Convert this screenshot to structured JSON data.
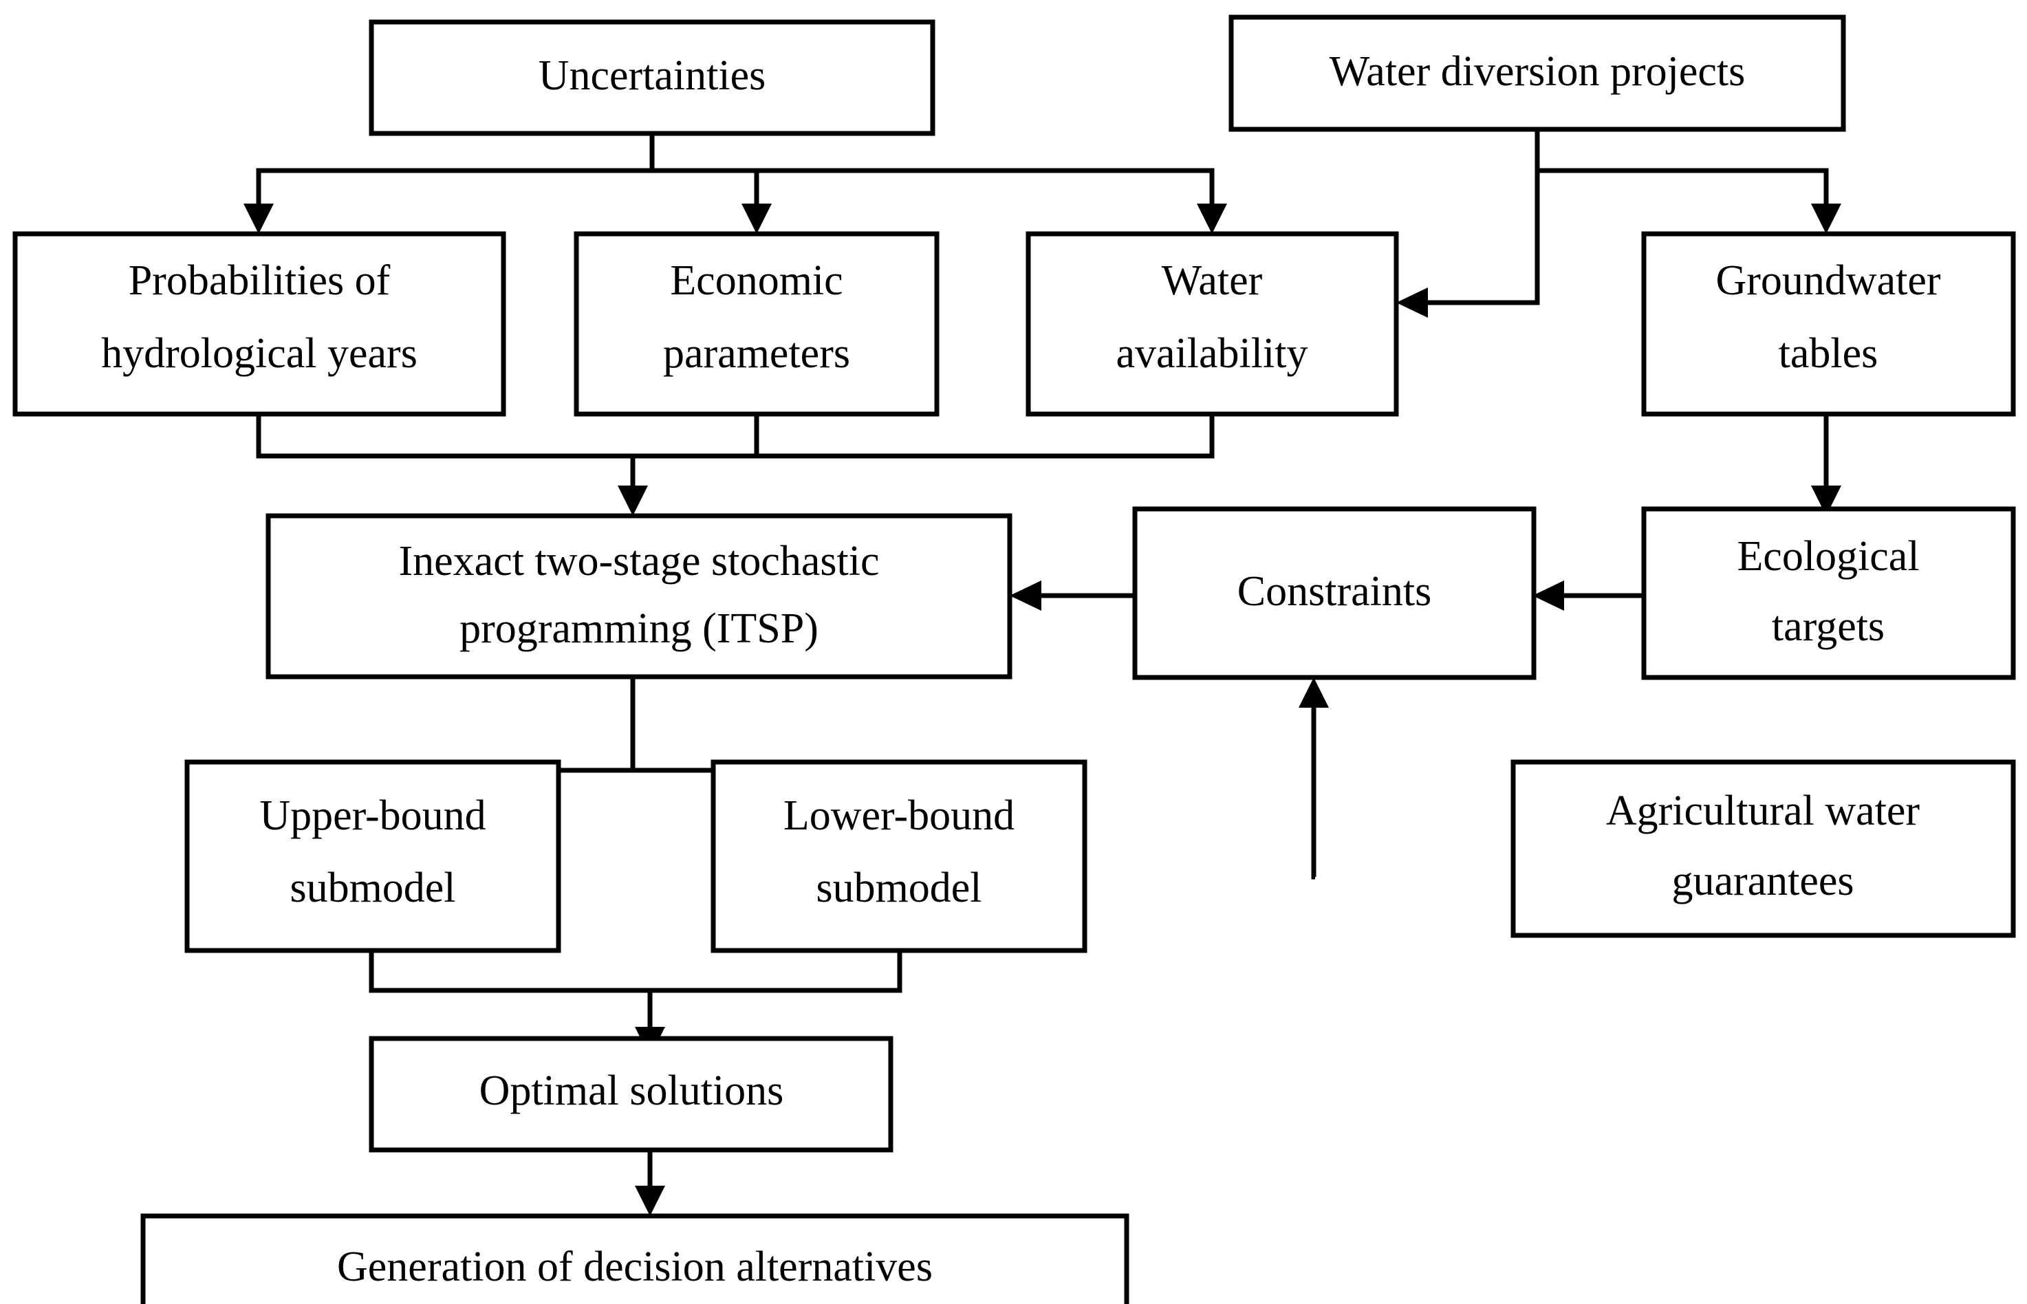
{
  "diagram": {
    "type": "flowchart",
    "title": "Inexact two-stage stochastic programming framework",
    "background_color": "#ffffff",
    "line_color": "#000000",
    "box_fill": "#ffffff",
    "nodes": [
      {
        "id": "uncertainties",
        "label": "Uncertainties",
        "lines": [
          "Uncertainties"
        ]
      },
      {
        "id": "water-diversion",
        "label": "Water diversion projects",
        "lines": [
          "Water diversion projects"
        ]
      },
      {
        "id": "probabilities",
        "label": "Probabilities of hydrological years",
        "lines": [
          "Probabilities of",
          "hydrological years"
        ]
      },
      {
        "id": "economic",
        "label": "Economic parameters",
        "lines": [
          "Economic",
          "parameters"
        ]
      },
      {
        "id": "water-availability",
        "label": "Water availability",
        "lines": [
          "Water",
          "availability"
        ]
      },
      {
        "id": "groundwater",
        "label": "Groundwater tables",
        "lines": [
          "Groundwater",
          "tables"
        ]
      },
      {
        "id": "itsp",
        "label": "Inexact two-stage stochastic programming (ITSP)",
        "lines": [
          "Inexact two-stage stochastic",
          "programming (ITSP)"
        ]
      },
      {
        "id": "constraints",
        "label": "Constraints",
        "lines": [
          "Constraints"
        ]
      },
      {
        "id": "ecological",
        "label": "Ecological targets",
        "lines": [
          "Ecological",
          "targets"
        ]
      },
      {
        "id": "upper-bound",
        "label": "Upper-bound submodel",
        "lines": [
          "Upper-bound",
          "submodel"
        ]
      },
      {
        "id": "lower-bound",
        "label": "Lower-bound submodel",
        "lines": [
          "Lower-bound",
          "submodel"
        ]
      },
      {
        "id": "agricultural",
        "label": "Agricultural water guarantees",
        "lines": [
          "Agricultural water",
          "guarantees"
        ]
      },
      {
        "id": "optimal",
        "label": "Optimal solutions",
        "lines": [
          "Optimal solutions"
        ]
      },
      {
        "id": "generation",
        "label": "Generation of decision alternatives",
        "lines": [
          "Generation of decision alternatives"
        ]
      }
    ],
    "edges": [
      {
        "from": "uncertainties",
        "to": "probabilities"
      },
      {
        "from": "uncertainties",
        "to": "economic"
      },
      {
        "from": "uncertainties",
        "to": "water-availability"
      },
      {
        "from": "water-diversion",
        "to": "water-availability"
      },
      {
        "from": "water-diversion",
        "to": "groundwater"
      },
      {
        "from": "probabilities",
        "to": "itsp"
      },
      {
        "from": "economic",
        "to": "itsp"
      },
      {
        "from": "water-availability",
        "to": "itsp"
      },
      {
        "from": "groundwater",
        "to": "ecological"
      },
      {
        "from": "ecological",
        "to": "constraints"
      },
      {
        "from": "constraints",
        "to": "itsp"
      },
      {
        "from": "agricultural",
        "to": "constraints"
      },
      {
        "from": "itsp",
        "to": "upper-bound"
      },
      {
        "from": "itsp",
        "to": "lower-bound"
      },
      {
        "from": "upper-bound",
        "to": "optimal"
      },
      {
        "from": "lower-bound",
        "to": "optimal"
      },
      {
        "from": "optimal",
        "to": "generation"
      }
    ]
  }
}
